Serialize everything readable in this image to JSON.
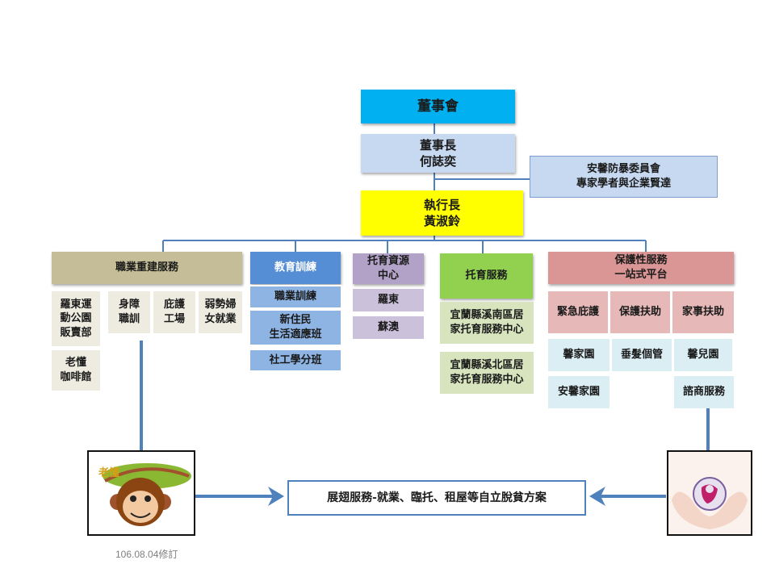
{
  "board": "董事會",
  "chairman": "董事長\n何誌奕",
  "committee": "安馨防暴委員會\n專家學者與企業賢達",
  "ceo": "執行長\n黃淑鈴",
  "vocational": {
    "header": "職業重建服務",
    "items": [
      "羅東運\n動公園\n販賣部",
      "身障\n職訓",
      "庇護\n工場",
      "弱勢婦\n女就業",
      "老懂\n咖啡館"
    ]
  },
  "education": {
    "header": "教育訓練",
    "items": [
      "職業訓練",
      "新住民\n生活適應班",
      "社工學分班"
    ]
  },
  "childcare_resource": {
    "header": "托育資源\n中心",
    "items": [
      "羅東",
      "蘇澳"
    ]
  },
  "childcare": {
    "header": "托育服務",
    "items": [
      "宜蘭縣溪南區居\n家托育服務中心",
      "宜蘭縣溪北區居\n家托育服務中心"
    ]
  },
  "protective": {
    "header": "保護性服務\n一站式平台",
    "row1": [
      "緊急庇護",
      "保護扶助",
      "家事扶助"
    ],
    "row2": [
      "馨家園",
      "垂髮個管",
      "馨兒園"
    ],
    "row3": [
      "安馨家園",
      "諮商服務"
    ]
  },
  "final": "展翅服務-就業、臨托、租屋等自立脫貧方案",
  "logo_text": "老懂",
  "revision": "106.08.04修訂",
  "icons": {
    "left": "monkey-logo-icon",
    "right": "hands-globe-icon"
  },
  "colors": {
    "board": "#00b0f0",
    "ceo": "#ffff00",
    "connector": "#4f81bd"
  }
}
